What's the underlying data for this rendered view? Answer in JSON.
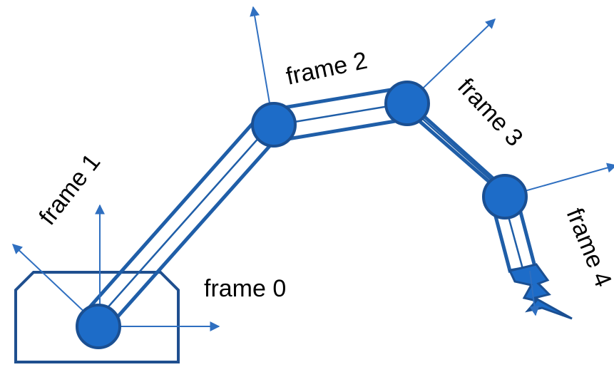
{
  "labels": {
    "frame0": "frame 0",
    "frame1": "frame 1",
    "frame2": "frame 2",
    "frame3": "frame 3",
    "frame4": "frame 4"
  },
  "colors": {
    "joint_fill": "#1d6cc8",
    "joint_stroke": "#1a4f92",
    "link": "#1f5ea8",
    "axis": "#2f6fc0"
  }
}
